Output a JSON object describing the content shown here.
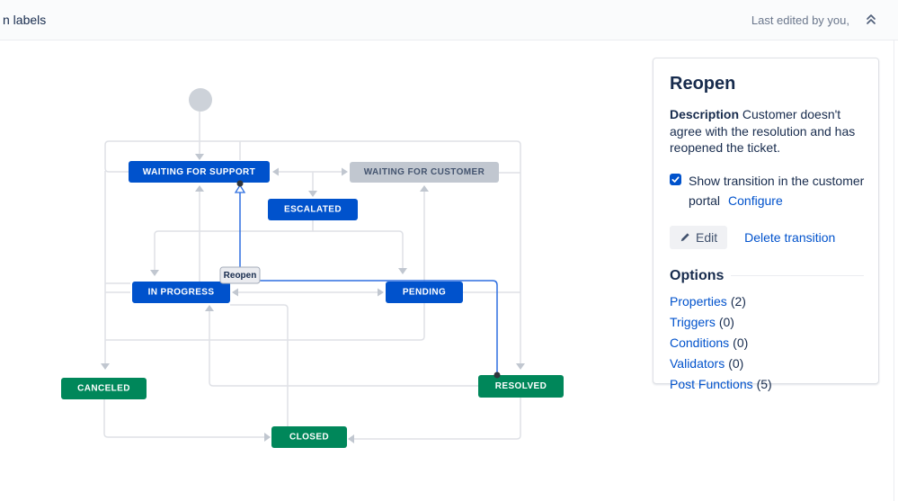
{
  "header": {
    "left_label": "n labels",
    "last_edited": "Last edited by you,",
    "collapse_icon": "chevrons-up-icon"
  },
  "panel": {
    "title": "Reopen",
    "description_label": "Description",
    "description_text": " Customer doesn't agree with the resolution and has reopened the ticket.",
    "show_transition": {
      "checked": true,
      "label": "Show transition in the customer portal",
      "configure_link": "Configure"
    },
    "edit_button": "Edit",
    "delete_link": "Delete transition",
    "options": {
      "heading": "Options",
      "items": [
        {
          "label": "Properties",
          "count": "(2)"
        },
        {
          "label": "Triggers",
          "count": "(0)"
        },
        {
          "label": "Conditions",
          "count": "(0)"
        },
        {
          "label": "Validators",
          "count": "(0)"
        },
        {
          "label": "Post Functions",
          "count": "(5)"
        }
      ]
    }
  },
  "diagram": {
    "nodes": [
      {
        "id": "waiting-for-support",
        "label": "WAITING FOR SUPPORT",
        "type": "blue"
      },
      {
        "id": "waiting-for-customer",
        "label": "WAITING FOR CUSTOMER",
        "type": "gray"
      },
      {
        "id": "escalated",
        "label": "ESCALATED",
        "type": "blue"
      },
      {
        "id": "in-progress",
        "label": "IN PROGRESS",
        "type": "blue"
      },
      {
        "id": "pending",
        "label": "PENDING",
        "type": "blue"
      },
      {
        "id": "canceled",
        "label": "CANCELED",
        "type": "green"
      },
      {
        "id": "resolved",
        "label": "RESOLVED",
        "type": "green"
      },
      {
        "id": "closed",
        "label": "CLOSED",
        "type": "green"
      }
    ],
    "selected_transition": {
      "label": "Reopen",
      "from": "RESOLVED",
      "to": "WAITING FOR SUPPORT"
    }
  },
  "colors": {
    "node_blue": "#0052CC",
    "node_green": "#00875A",
    "node_gray_bg": "#C1C7D0",
    "node_gray_text": "#44546F",
    "edge_gray": "#DFE1E6",
    "selected_edge_blue": "#2E6FE0",
    "link_blue": "#0052CC",
    "text_dark": "#172B4D",
    "text_muted": "#6B778C"
  }
}
